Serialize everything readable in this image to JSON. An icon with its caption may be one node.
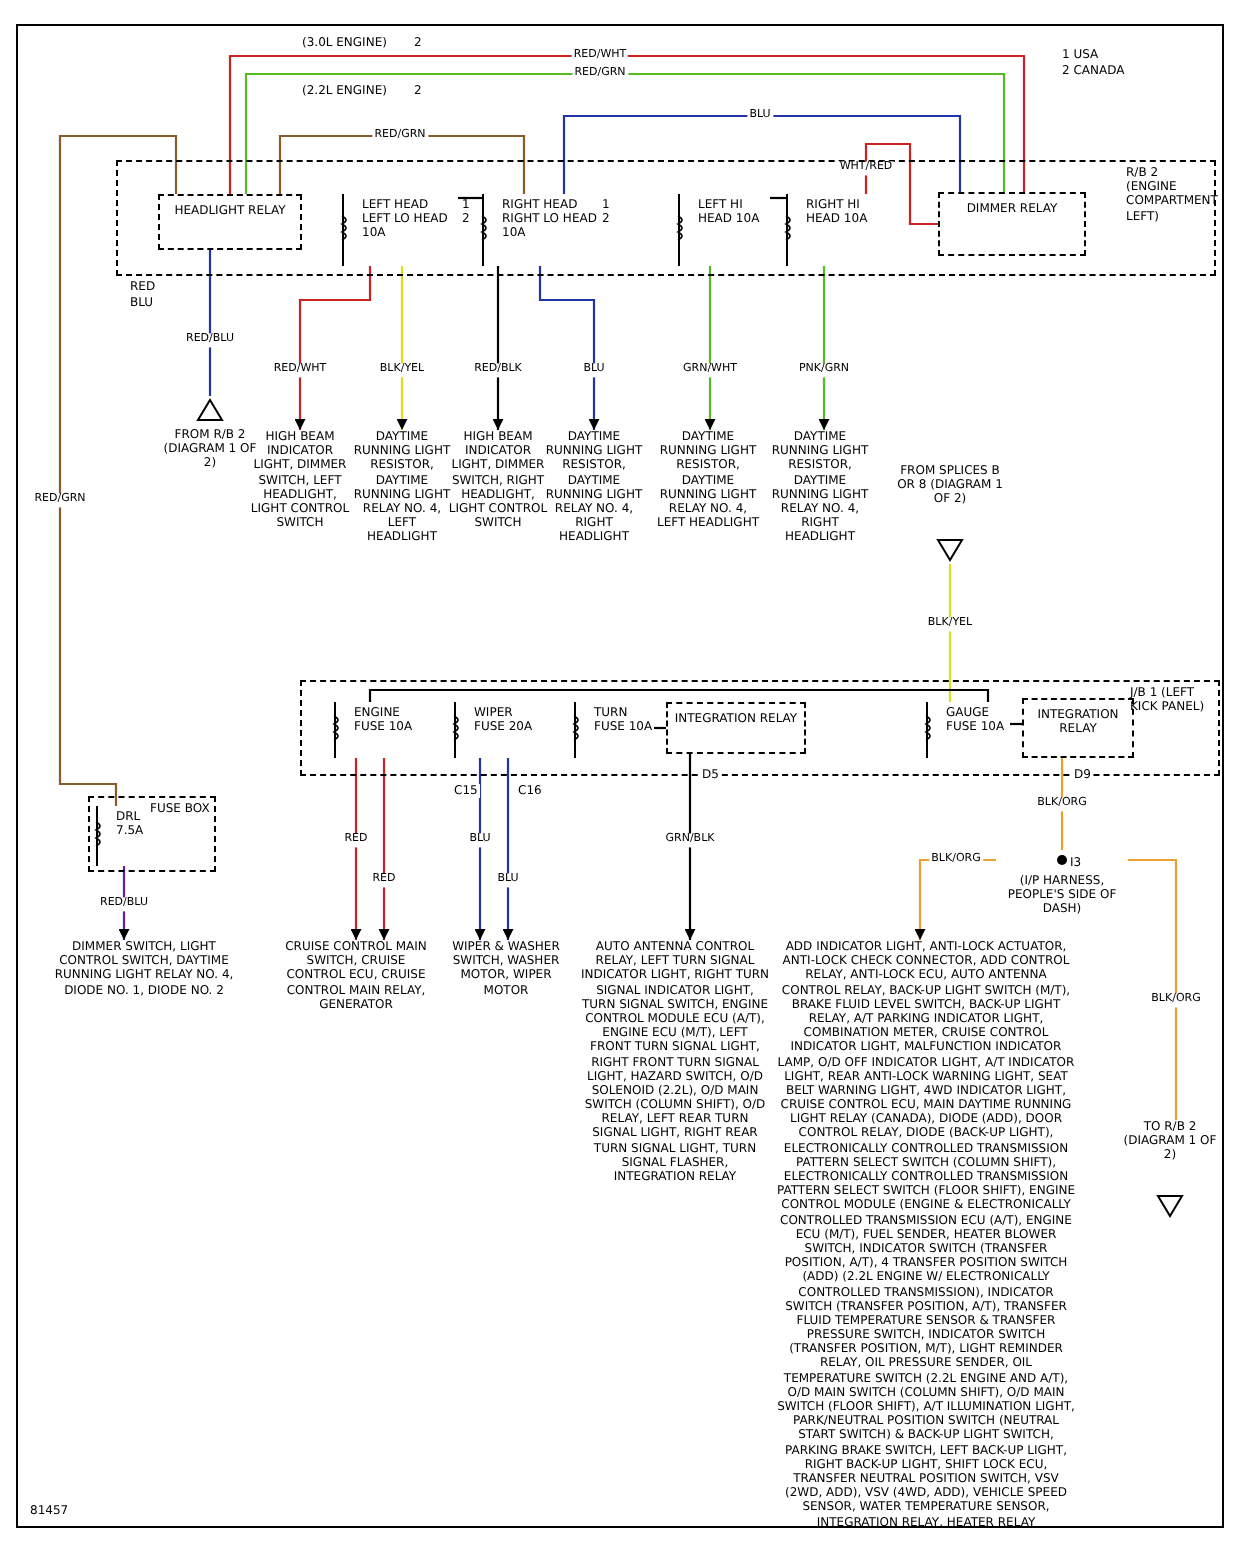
{
  "diagram": {
    "nodes": [
      {
        "text": [
          "R/B 2 (ENGINE COMPARTMENT LEFT)"
        ]
      },
      {
        "text": [
          "HEADLIGHT RELAY"
        ],
        "in": 0
      },
      {
        "text": [
          "LEFT HEAD LEFT LO HEAD 10A"
        ],
        "in": 0,
        "beside": [
          "1",
          "2"
        ]
      },
      {
        "text": [
          "RIGHT HEAD RIGHT LO HEAD 10A"
        ],
        "in": 0,
        "beside": [
          "1",
          "2"
        ]
      },
      {
        "text": [
          "LEFT HI HEAD 10A"
        ],
        "in": 0
      },
      {
        "text": [
          "RIGHT HI HEAD 10A"
        ],
        "in": 0
      },
      {
        "text": [
          "DIMMER RELAY"
        ],
        "in": 0
      },
      {
        "text": [
          "FROM R/B 2 (DIAGRAM 1 OF 2)"
        ]
      },
      {
        "text": [
          "HIGH BEAM INDICATOR LIGHT, DIMMER SWITCH, LEFT HEADLIGHT, LIGHT CONTROL SWITCH"
        ]
      },
      {
        "text": [
          "DAYTIME RUNNING LIGHT RESISTOR, DAYTIME RUNNING LIGHT RELAY NO. 4, LEFT HEADLIGHT"
        ]
      },
      {
        "text": [
          "HIGH BEAM INDICATOR LIGHT, DIMMER SWITCH, RIGHT HEADLIGHT, LIGHT CONTROL SWITCH"
        ]
      },
      {
        "text": [
          "DAYTIME RUNNING LIGHT RESISTOR, DAYTIME RUNNING LIGHT RELAY NO. 4, RIGHT HEADLIGHT"
        ]
      },
      {
        "text": [
          "DAYTIME RUNNING LIGHT RESISTOR, DAYTIME RUNNING LIGHT RELAY NO. 4, LEFT HEADLIGHT"
        ]
      },
      {
        "text": [
          "DAYTIME RUNNING LIGHT RESISTOR, DAYTIME RUNNING LIGHT RELAY NO. 4, RIGHT HEADLIGHT"
        ]
      },
      {
        "text": [
          "FROM SPLICES B OR 8 (DIAGRAM 1 OF 2)"
        ]
      },
      {
        "text": [
          "J/B 1 (LEFT KICK PANEL)"
        ]
      },
      {
        "text": [
          "ENGINE FUSE 10A"
        ],
        "in": 15
      },
      {
        "text": [
          "WIPER FUSE 20A"
        ],
        "in": 15
      },
      {
        "text": [
          "TURN FUSE 10A"
        ],
        "in": 15
      },
      {
        "text": [
          "INTEGRATION RELAY"
        ],
        "in": 15
      },
      {
        "text": [
          "GAUGE FUSE 10A"
        ],
        "in": 15
      },
      {
        "text": [
          "INTEGRATION RELAY"
        ],
        "in": 15
      },
      {
        "text": [
          "FUSE BOX"
        ]
      },
      {
        "text": [
          "DRL 7.5A"
        ],
        "in": 22
      },
      {
        "text": [
          "DIMMER SWITCH, LIGHT CONTROL SWITCH, DAYTIME RUNNING LIGHT RELAY NO. 4, DIODE NO. 1, DIODE NO. 2"
        ]
      },
      {
        "text": [
          "CRUISE CONTROL MAIN SWITCH, CRUISE CONTROL ECU, CRUISE CONTROL MAIN RELAY, GENERATOR"
        ]
      },
      {
        "text": [
          "WIPER & WASHER SWITCH, WASHER MOTOR, WIPER MOTOR"
        ]
      },
      {
        "text": [
          "AUTO ANTENNA CONTROL RELAY, LEFT TURN SIGNAL INDICATOR LIGHT, RIGHT TURN SIGNAL INDICATOR LIGHT, TURN SIGNAL SWITCH, ENGINE CONTROL MODULE ECU (A/T), ENGINE ECU (M/T), LEFT FRONT TURN SIGNAL LIGHT, RIGHT FRONT TURN SIGNAL LIGHT, HAZARD SWITCH, O/D SOLENOID (2.2L), O/D MAIN SWITCH (COLUMN SHIFT), O/D RELAY, LEFT REAR TURN SIGNAL LIGHT, RIGHT REAR TURN SIGNAL LIGHT, TURN SIGNAL FLASHER, INTEGRATION RELAY"
        ]
      },
      {
        "text": [
          "(I/P HARNESS, PEOPLE'S SIDE OF DASH)"
        ],
        "beside": [
          "I3"
        ]
      },
      {
        "text": [
          "ADD INDICATOR LIGHT, ANTI-LOCK ACTUATOR, ANTI-LOCK CHECK CONNECTOR, ADD CONTROL RELAY, ANTI-LOCK ECU, AUTO ANTENNA CONTROL RELAY, BACK-UP LIGHT SWITCH (M/T), BRAKE FLUID LEVEL SWITCH, BACK-UP LIGHT RELAY, A/T PARKING INDICATOR LIGHT, COMBINATION METER, CRUISE CONTROL INDICATOR LIGHT, MALFUNCTION INDICATOR LAMP, O/D OFF INDICATOR LIGHT, A/T INDICATOR LIGHT, REAR ANTI-LOCK WARNING LIGHT, SEAT BELT WARNING LIGHT, 4WD INDICATOR LIGHT, CRUISE CONTROL ECU, MAIN DAYTIME RUNNING LIGHT RELAY (CANADA), DIODE (ADD), DOOR CONTROL RELAY, DIODE (BACK-UP LIGHT), ELECTRONICALLY CONTROLLED TRANSMISSION PATTERN SELECT SWITCH (COLUMN SHIFT), ELECTRONICALLY CONTROLLED TRANSMISSION PATTERN SELECT SWITCH (FLOOR SHIFT), ENGINE CONTROL MODULE (ENGINE & ELECTRONICALLY CONTROLLED TRANSMISSION ECU (A/T), ENGINE ECU (M/T), FUEL SENDER, HEATER BLOWER SWITCH, INDICATOR SWITCH (TRANSFER POSITION, A/T), 4 TRANSFER POSITION SWITCH (ADD) (2.2L ENGINE W/ ELECTRONICALLY CONTROLLED TRANSMISSION), INDICATOR SWITCH (TRANSFER POSITION, A/T), TRANSFER FLUID TEMPERATURE SENSOR & TRANSFER PRESSURE SWITCH, INDICATOR SWITCH (TRANSFER POSITION, M/T), LIGHT REMINDER RELAY, OIL PRESSURE SENDER, OIL TEMPERATURE SWITCH (2.2L ENGINE AND A/T), O/D MAIN SWITCH (COLUMN SHIFT), O/D MAIN SWITCH (FLOOR SHIFT), A/T ILLUMINATION LIGHT, PARK/NEUTRAL POSITION SWITCH (NEUTRAL START SWITCH) & BACK-UP LIGHT SWITCH, PARKING BRAKE SWITCH, LEFT BACK-UP LIGHT, RIGHT BACK-UP LIGHT, SHIFT LOCK ECU, TRANSFER NEUTRAL POSITION SWITCH, VSV (2WD, ADD), VSV (4WD, ADD), VEHICLE SPEED SENSOR, WATER TEMPERATURE SENSOR, INTEGRATION RELAY, HEATER RELAY"
        ]
      },
      {
        "text": [
          "TO R/B 2 (DIAGRAM 1 OF 2)"
        ]
      }
    ],
    "edges": [
      {
        "from": 1,
        "to": 6,
        "arrow": "none",
        "label": "RED/WHT",
        "color": "#cc2222"
      },
      {
        "from": 1,
        "to": 6,
        "arrow": "none",
        "label": "RED/GRN",
        "color": "#55bb22"
      },
      {
        "from": 1,
        "to": 23,
        "arrow": "none",
        "label": "RED/GRN",
        "color": "#8b5a2b"
      },
      {
        "from": 1,
        "to": 3,
        "arrow": "none",
        "label": "RED/GRN",
        "color": "#8b5a2b"
      },
      {
        "from": 3,
        "to": 6,
        "arrow": "none",
        "label": "BLU",
        "color": "#2233aa"
      },
      {
        "from": 5,
        "to": 6,
        "arrow": "none",
        "label": "WHT/RED",
        "color": "#cc2222"
      },
      {
        "from": 7,
        "to": 1,
        "arrow": "none",
        "label": "RED/BLU",
        "color": "#2233aa"
      },
      {
        "from": 2,
        "to": 3,
        "arrow": "none"
      },
      {
        "from": 4,
        "to": 5,
        "arrow": "none"
      },
      {
        "from": 2,
        "to": 8,
        "arrow": "to",
        "label": "RED/WHT",
        "color": "#cc2222"
      },
      {
        "from": 2,
        "to": 9,
        "arrow": "to",
        "label": "BLK/YEL",
        "color": "#dddd22"
      },
      {
        "from": 3,
        "to": 10,
        "arrow": "to",
        "label": "RED/BLK"
      },
      {
        "from": 3,
        "to": 11,
        "arrow": "to",
        "label": "BLU",
        "color": "#2233aa"
      },
      {
        "from": 4,
        "to": 12,
        "arrow": "to",
        "label": "GRN/WHT",
        "color": "#55bb22"
      },
      {
        "from": 5,
        "to": 13,
        "arrow": "to",
        "label": "PNK/GRN",
        "color": "#55bb22"
      },
      {
        "from": 14,
        "to": 20,
        "arrow": "none",
        "label": "BLK/YEL",
        "color": "#dddd22"
      },
      {
        "from": 16,
        "to": 20,
        "arrow": "none"
      },
      {
        "from": 18,
        "to": 19,
        "arrow": "none"
      },
      {
        "from": 20,
        "to": 21,
        "arrow": "none"
      },
      {
        "from": 23,
        "to": 24,
        "arrow": "to",
        "label": "RED/BLU",
        "color": "#6a1b9a"
      },
      {
        "from": 16,
        "to": 25,
        "arrow": "to",
        "label": "RED",
        "color": "#cc2222"
      },
      {
        "from": 16,
        "to": 25,
        "arrow": "to",
        "label": "RED",
        "color": "#cc2222"
      },
      {
        "from": 17,
        "to": 26,
        "arrow": "to",
        "label": "BLU",
        "color": "#2233aa"
      },
      {
        "from": 17,
        "to": 26,
        "arrow": "to",
        "label": "BLU",
        "color": "#2233aa"
      },
      {
        "from": 19,
        "to": 27,
        "arrow": "to",
        "label": "GRN/BLK"
      },
      {
        "from": 21,
        "to": 28,
        "arrow": "none",
        "label": "BLK/ORG",
        "color": "#e8a030"
      },
      {
        "from": 28,
        "to": 29,
        "arrow": "to",
        "label": "BLK/ORG",
        "color": "#e8a030"
      },
      {
        "from": 28,
        "to": 30,
        "arrow": "none",
        "label": "BLK/ORG",
        "color": "#e8a030"
      }
    ],
    "labels": [
      "(3.0L ENGINE)",
      "2",
      "(2.2L ENGINE)",
      "2",
      "1 USA",
      "2 CANADA",
      "RED",
      "BLU",
      "C15",
      "C16",
      "D5",
      "D9",
      "81457"
    ]
  }
}
